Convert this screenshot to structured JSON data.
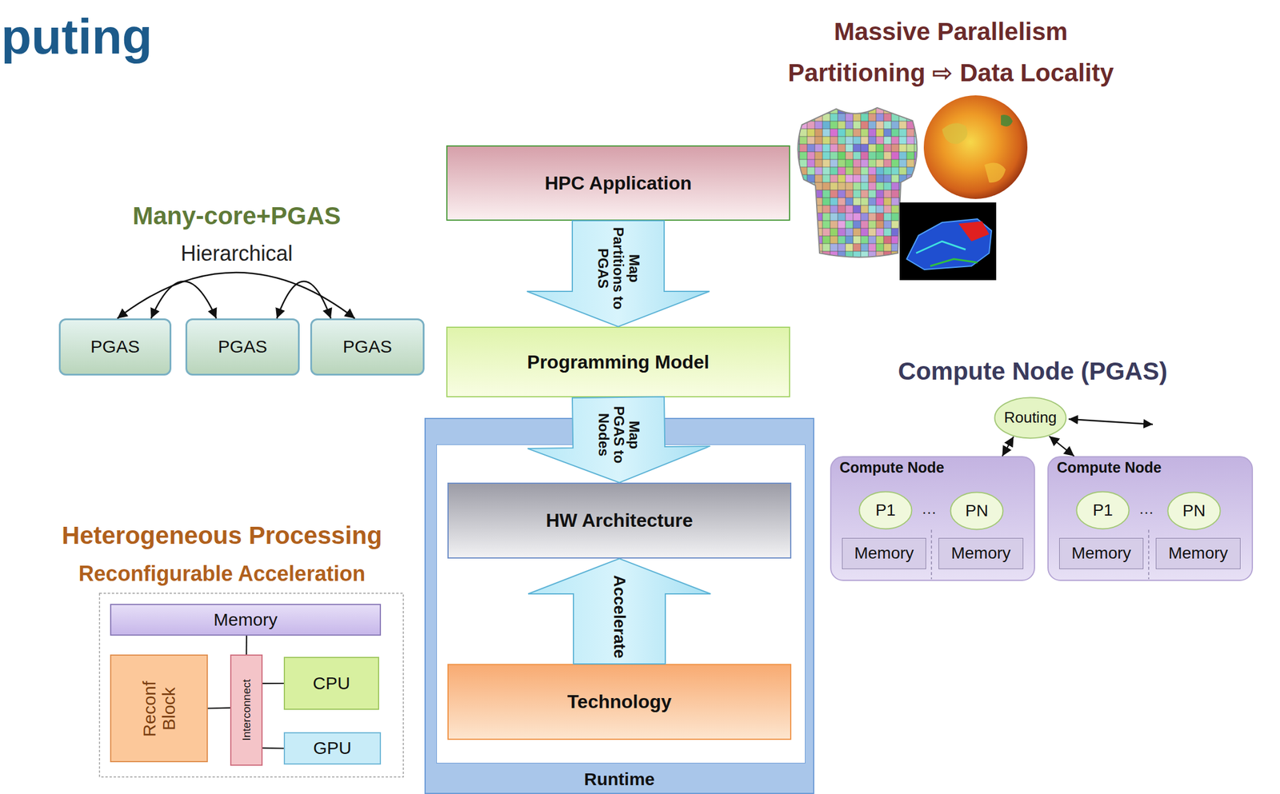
{
  "diagram": {
    "title": "puting",
    "nodes": [
      {
        "text": [
          "HPC Application"
        ]
      },
      {
        "text": [
          "Programming Model"
        ]
      },
      {
        "text": [
          "Runtime"
        ]
      },
      {
        "text": [
          "HW Architecture"
        ],
        "in": 2
      },
      {
        "text": [
          "Technology"
        ],
        "in": 2
      },
      {
        "text": [
          "PGAS"
        ]
      },
      {
        "text": [
          "PGAS"
        ]
      },
      {
        "text": [
          "PGAS"
        ]
      },
      {
        "text": [
          "Routing"
        ]
      },
      {
        "text": [
          "Compute Node"
        ]
      },
      {
        "text": [
          "P1"
        ],
        "in": 9
      },
      {
        "text": [
          "PN"
        ],
        "in": 9
      },
      {
        "text": [
          "Memory"
        ],
        "in": 9
      },
      {
        "text": [
          "Memory"
        ],
        "in": 9
      },
      {
        "text": [
          "Compute Node"
        ]
      },
      {
        "text": [
          "P1"
        ],
        "in": 14
      },
      {
        "text": [
          "PN"
        ],
        "in": 14
      },
      {
        "text": [
          "Memory"
        ],
        "in": 14
      },
      {
        "text": [
          "Memory"
        ],
        "in": 14
      },
      {
        "text": [
          "Memory"
        ]
      },
      {
        "text": [
          "Reconf Block"
        ]
      },
      {
        "text": [
          "Interconnect"
        ]
      },
      {
        "text": [
          "CPU"
        ]
      },
      {
        "text": [
          "GPU"
        ]
      }
    ],
    "edges": [
      {
        "from": 0,
        "to": 1,
        "arrow": "to",
        "label": "Map Partitions to PGAS"
      },
      {
        "from": 1,
        "to": 3,
        "arrow": "to",
        "label": "Map PGAS to Nodes"
      },
      {
        "from": 4,
        "to": 3,
        "arrow": "to",
        "label": "Accelerate"
      },
      {
        "from": 5,
        "to": 6,
        "arrow": "both"
      },
      {
        "from": 6,
        "to": 7,
        "arrow": "both"
      },
      {
        "from": 5,
        "to": 7,
        "arrow": "both"
      },
      {
        "from": 8,
        "to": 9,
        "arrow": "both"
      },
      {
        "from": 8,
        "to": 14,
        "arrow": "both"
      },
      {
        "from": 19,
        "to": 21,
        "arrow": "none"
      },
      {
        "from": 21,
        "to": 20,
        "arrow": "none"
      },
      {
        "from": 21,
        "to": 22,
        "arrow": "none"
      },
      {
        "from": 21,
        "to": 23,
        "arrow": "none"
      }
    ],
    "labels": [
      "Massive Parallelism",
      "Partitioning ⇨ Data Locality",
      "Many-core+PGAS",
      "Hierarchical",
      "Compute Node (PGAS)",
      "…",
      "…",
      "Heterogeneous Processing",
      "Reconfigurable Acceleration"
    ]
  }
}
